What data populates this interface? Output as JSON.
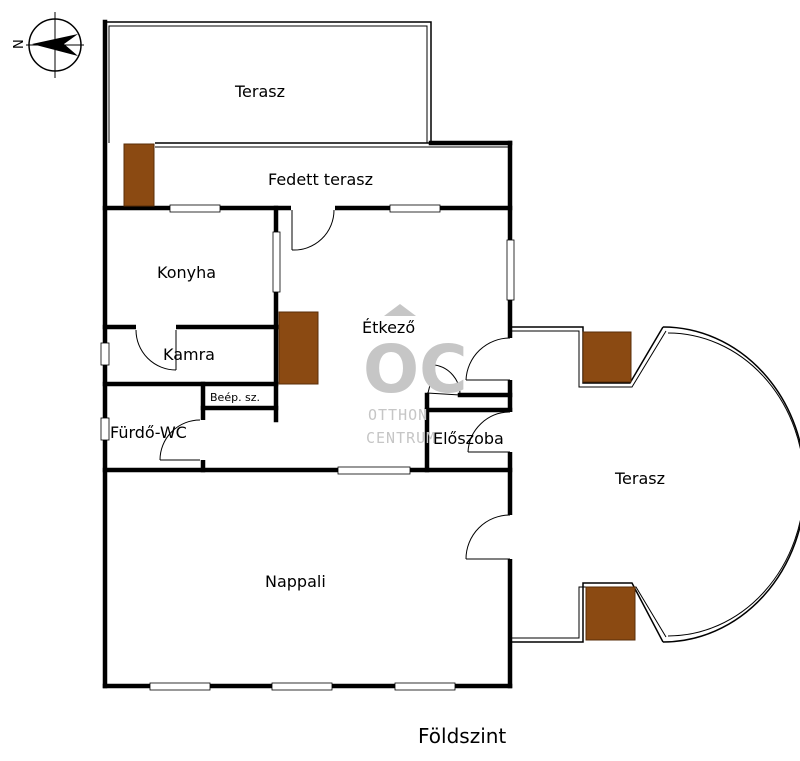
{
  "rooms": {
    "terasz_top": "Terasz",
    "fedett_terasz": "Fedett terasz",
    "konyha": "Konyha",
    "etkezo": "Étkező",
    "kamra": "Kamra",
    "beep_sz": "Beép. sz.",
    "furdo_wc": "Fürdő-WC",
    "eloszoba": "Előszoba",
    "terasz_right": "Terasz",
    "nappali": "Nappali"
  },
  "compass": {
    "north_letter": "N"
  },
  "watermark": {
    "logo": "OC",
    "line1": "OTTHON",
    "line2": "CENTRUM"
  },
  "caption": "Földszint",
  "colors": {
    "wall": "#000000",
    "chimney": "#8b4a12",
    "chimney_border": "#5a2e08",
    "watermark": "#c6c6c6"
  }
}
